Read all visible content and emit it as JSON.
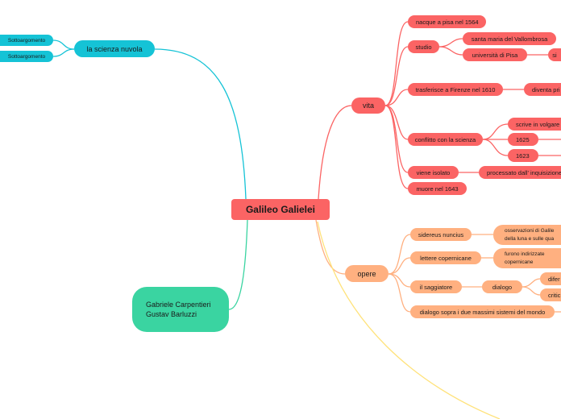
{
  "center": {
    "label": "Galileo Galielei",
    "color": "#fb6464"
  },
  "colors": {
    "vita": "#fb6464",
    "opere": "#ffb080",
    "scienza": "#15c3d6",
    "authors": "#3ad4a1",
    "extra": "#ffe27a"
  },
  "vita": {
    "label": "vita",
    "items": {
      "nascita": "nacque a pisa nel 1564",
      "studio": "studio",
      "studio_1": "santa maria del Vallombrosa",
      "studio_2": "università di Pisa",
      "studio_2_child": "si",
      "firenze": "trasferisce a Firenze nel 1610",
      "firenze_child": "diventa pri",
      "conflitto": "conflitto con la scienza",
      "conflitto_1": "scrive in volgare",
      "conflitto_2": "1625",
      "conflitto_3": "1623",
      "isolato": "viene isolato",
      "isolato_child": "processato dall' inquisizione",
      "morte": "muore nel 1643"
    }
  },
  "opere": {
    "label": "opere",
    "items": {
      "sidereus": "sidereus nuncius",
      "sidereus_child": "osservazioni di Galile della luna e sulle qua",
      "lettere": "lettere copernicane",
      "lettere_child": "furono indirizzate copernicane",
      "saggiatore": "il saggiatore",
      "saggiatore_child": "dialogo",
      "saggiatore_c1": "difer",
      "saggiatore_c2": "critic",
      "dialogo": "dialogo sopra i due massimi sistemi del mondo"
    }
  },
  "scienza": {
    "label": "la scienza nuvola",
    "sub1": "Sottoargomento",
    "sub2": "Sottoargomento"
  },
  "authors": {
    "line1": "Gabriele Carpentieri",
    "line2": "Gustav Barluzzi"
  }
}
